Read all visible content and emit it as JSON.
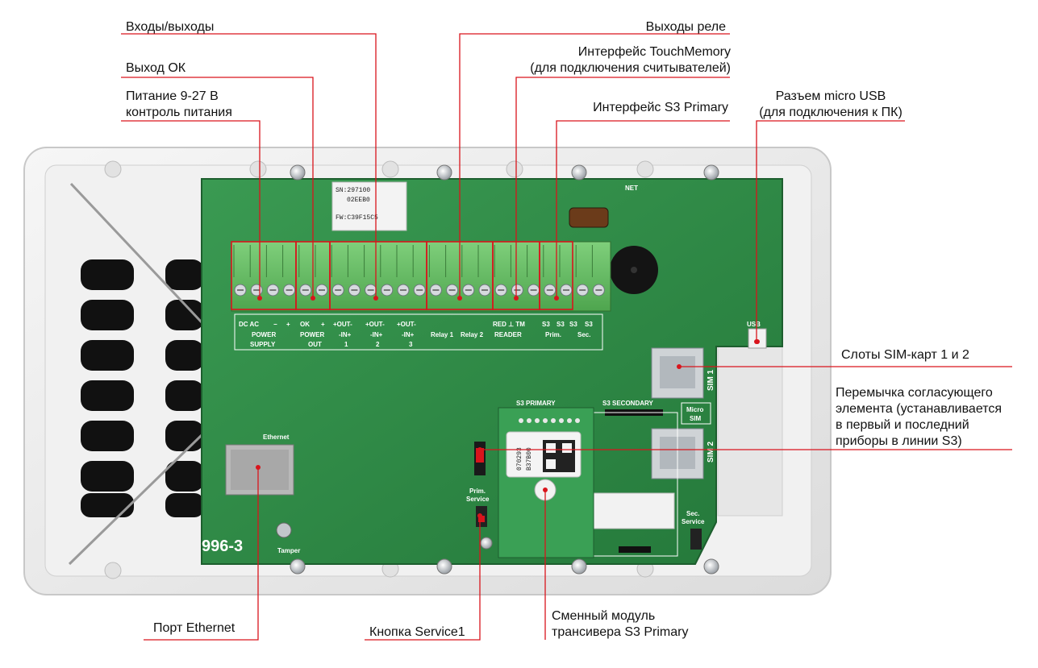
{
  "labels": {
    "io": "Входы/выходы",
    "ok_out": "Выход ОК",
    "power_1": "Питание 9-27 В",
    "power_2": "контроль питания",
    "relay": "Выходы реле",
    "tm_1": "Интерфейс TouchMemory",
    "tm_2": "(для подключения считывателей)",
    "s3primary": "Интерфейс S3 Primary",
    "usb_1": "Разъем micro USB",
    "usb_2": "(для подключения к ПК)",
    "sim": "Слоты SIM-карт 1 и 2",
    "jumper_1": "Перемычка согласующего",
    "jumper_2": "элемента (устанавливается",
    "jumper_3": "в первый и последний",
    "jumper_4": "приборы в линии S3)",
    "ethernet": "Порт Ethernet",
    "service": "Кнопка Service1",
    "module_1": "Сменный модуль",
    "module_2": "трансивера S3 Primary"
  },
  "board": {
    "sticker_1": "SN:297100",
    "sticker_2": "02EEB0",
    "sticker_3": "FW:C39F15C5",
    "net": "NET",
    "model": "996-3",
    "usb": "USB",
    "sim1": "SIM 1",
    "sim2": "SIM 2",
    "microsim_1": "Micro",
    "microsim_2": "SIM",
    "s3_primary": "S3 PRIMARY",
    "s3_secondary": "S3 SECONDARY",
    "prim_service_1": "Prim.",
    "prim_service_2": "Service",
    "sec_service_1": "Sec.",
    "sec_service_2": "Service",
    "ethernet": "Ethernet",
    "tamper": "Tamper",
    "module_code_1": "070293",
    "module_code_2": "B37B00",
    "terminal_top": [
      "DC AC",
      "−",
      "+",
      "OK",
      "+",
      "+OUT-",
      "+OUT-",
      "+OUT-",
      "",
      "",
      "RED ⊥ TM",
      "S3",
      "S3",
      "S3",
      "S3"
    ],
    "terminal_mid": [
      "POWER",
      "POWER",
      "-IN+",
      "-IN+",
      "-IN+",
      "Relay 1",
      "Relay 2",
      "READER",
      "Prim.",
      "Sec."
    ],
    "terminal_bot": [
      "SUPPLY",
      "OUT",
      "1",
      "2",
      "3"
    ]
  },
  "colors": {
    "callout": "#d9141c",
    "pcb": "#2f8a45",
    "terminal": "#6cc06a",
    "housing": "#ececec"
  }
}
